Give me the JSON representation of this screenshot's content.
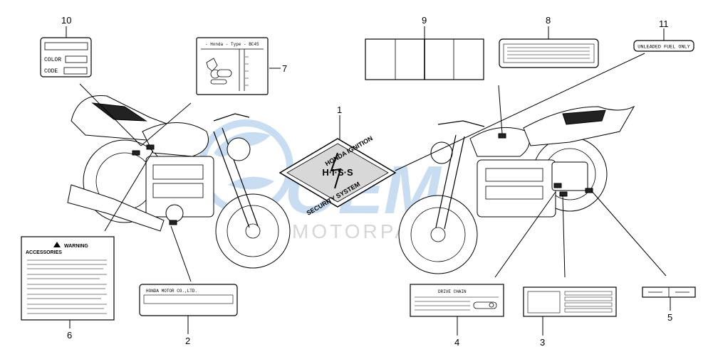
{
  "diagram": {
    "callouts": [
      "1",
      "2",
      "3",
      "4",
      "5",
      "6",
      "7",
      "8",
      "9",
      "10",
      "11"
    ],
    "watermark": {
      "logo": "OEM",
      "text": "MOTORPARTS",
      "color": "#9cc3e6"
    },
    "labels": {
      "l10_color": "COLOR",
      "l10_code": "CODE",
      "l7_header": "- Honda - Type - BC45",
      "l6_warning": "WARNING",
      "l6_accessories": "ACCESSORIES",
      "l2_text": "HONDA MOTOR CO.,LTD.",
      "l4_text": "DRIVE CHAIN",
      "l11_text": "UNLEADED FUEL ONLY",
      "emblem_top": "HONDA IGNITION",
      "emblem_mid": "H·I·S·S",
      "emblem_bottom": "SECURITY SYSTEM"
    }
  }
}
